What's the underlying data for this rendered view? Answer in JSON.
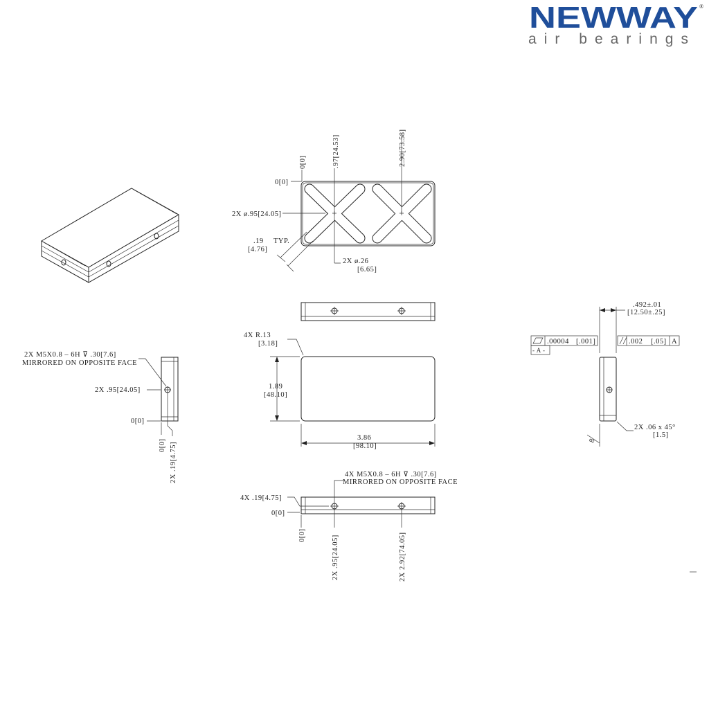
{
  "logo": {
    "brand": "NEWWAY",
    "tagline": "air bearings",
    "registered": "®",
    "brand_color": "#1f4e9a"
  },
  "top_view": {
    "x_zero": "0[0]",
    "x_dim_1": ".97[24.53]",
    "x_dim_2": "2.90[73.58]",
    "y_zero": "0[0]",
    "pocket_dia": "2X  ø.95[24.05]",
    "groove_width": ".19",
    "groove_width_mm": "[4.76]",
    "groove_typ": "TYP.",
    "hole_dia": "2X   ø.26",
    "hole_dia_mm": "[6.65]"
  },
  "plan_view": {
    "radius": "4X   R.13",
    "radius_mm": "[3.18]",
    "height": "1.89",
    "height_mm": "[48.10]",
    "width": "3.86",
    "width_mm": "[98.10]"
  },
  "left_view": {
    "thread_note_1": "2X  M5X0.8  –  6H  ⊽  .30[7.6]",
    "thread_note_2": "MIRRORED  ON  OPPOSITE  FACE",
    "hole_y": "2X  .95[24.05]",
    "y_zero": "0[0]",
    "x_zero": "0[0]",
    "hole_x": "2X  .19[4.75]"
  },
  "bottom_view": {
    "thread_note_1": "4X  M5X0.8  –  6H  ⊽  .30[7.6]",
    "thread_note_2": "MIRRORED  ON  OPPOSITE  FACE",
    "hole_y": "4X  .19[4.75]",
    "y_zero": "0[0]",
    "x_zero": "0[0]",
    "hole_x1": "2X  .95[24.05]",
    "hole_x2": "2X  2.92[74.05]"
  },
  "right_view": {
    "thickness": ".492±.01",
    "thickness_mm": "[12.50±.25]",
    "flatness_value": ".00004",
    "flatness_mm": "[.001]",
    "datum": "- A -",
    "parallel_value": ".002",
    "parallel_mm": "[.05]",
    "parallel_datum": "A",
    "chamfer": "2X     .06    x  45°",
    "chamfer_mm": "[1.5]",
    "surface_finish": "8"
  }
}
